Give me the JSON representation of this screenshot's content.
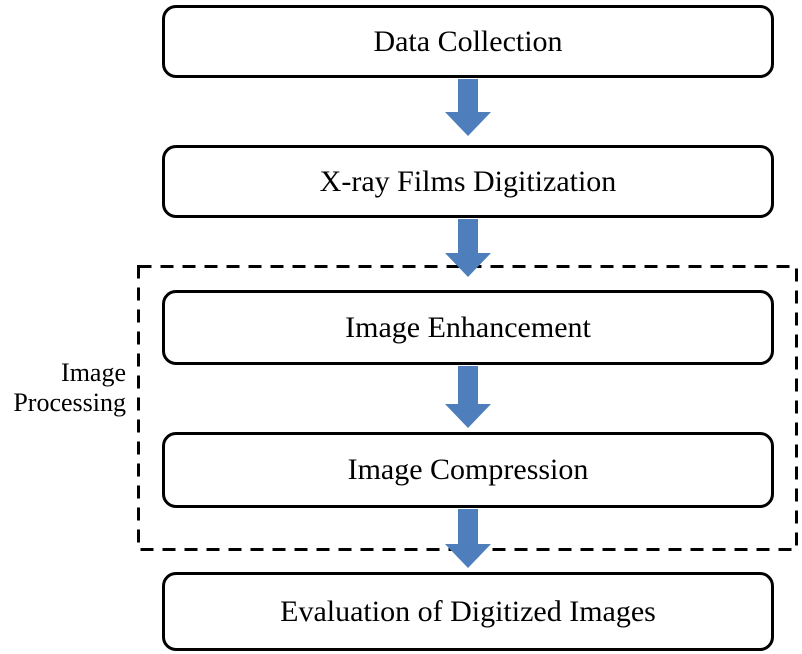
{
  "flowchart": {
    "background_color": "#ffffff",
    "box_border_color": "#000000",
    "arrow_color": "#4e7fbc",
    "nodes": [
      {
        "id": "data-collection",
        "label": "Data Collection"
      },
      {
        "id": "xray-films-digitization",
        "label": "X-ray Films Digitization"
      },
      {
        "id": "image-enhancement",
        "label": "Image Enhancement"
      },
      {
        "id": "image-compression",
        "label": "Image Compression"
      },
      {
        "id": "evaluation-of-digitized-images",
        "label": "Evaluation of Digitized Images"
      }
    ],
    "group": {
      "label": "Image Processing",
      "style": "dashed-border",
      "contains": [
        "image-enhancement",
        "image-compression"
      ]
    },
    "arrows": [
      {
        "from": "data-collection",
        "to": "xray-films-digitization"
      },
      {
        "from": "xray-films-digitization",
        "to": "image-enhancement"
      },
      {
        "from": "image-enhancement",
        "to": "image-compression"
      },
      {
        "from": "image-compression",
        "to": "evaluation-of-digitized-images"
      }
    ]
  }
}
